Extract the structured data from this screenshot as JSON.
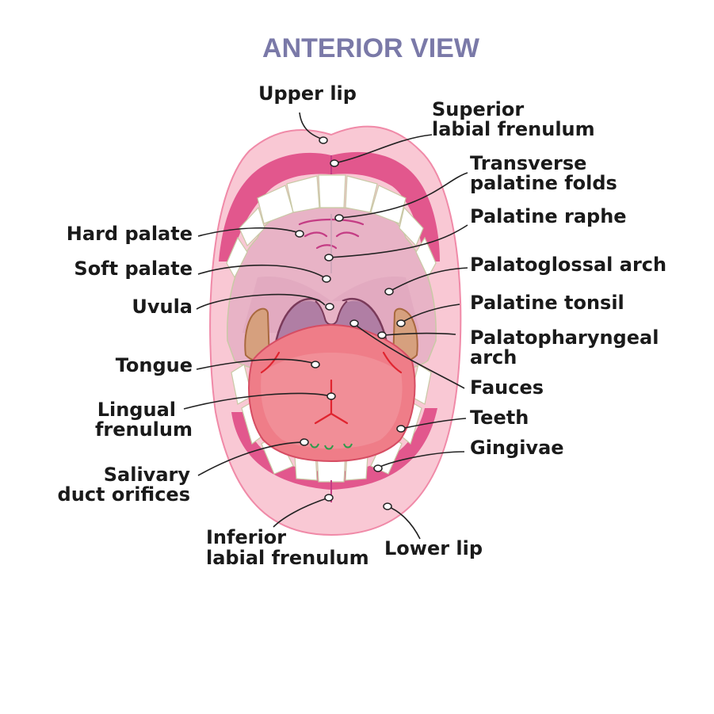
{
  "title": "ANTERIOR VIEW",
  "labels": {
    "upper_lip": "Upper lip",
    "superior_labial_frenulum": [
      "Superior",
      "labial frenulum"
    ],
    "transverse_palatine_folds": [
      "Transverse",
      "palatine folds"
    ],
    "palatine_raphe": "Palatine raphe",
    "hard_palate": "Hard palate",
    "soft_palate": "Soft palate",
    "palatoglossal_arch": "Palatoglossal arch",
    "uvula": "Uvula",
    "palatine_tonsil": "Palatine tonsil",
    "palatopharyngeal_arch": [
      "Palatopharyngeal",
      "arch"
    ],
    "tongue": "Tongue",
    "fauces": "Fauces",
    "lingual_frenulum": [
      "Lingual",
      "frenulum"
    ],
    "teeth": "Teeth",
    "salivary_duct_orifices": [
      "Salivary",
      "duct orifices"
    ],
    "gingivae": "Gingivae",
    "inferior_labial_frenulum": [
      "Inferior",
      "labial frenulum"
    ],
    "lower_lip": "Lower lip"
  },
  "colors": {
    "title": "#7a79a8",
    "lips": "#f9c8d4",
    "gingivae": "#e2578d",
    "palate": "#e8b3c6",
    "tongue": "#ef7d88",
    "tonsil": "#d6a07e",
    "pharynx": "#b07ea4",
    "duct_orifice": "#2e9b4a"
  }
}
